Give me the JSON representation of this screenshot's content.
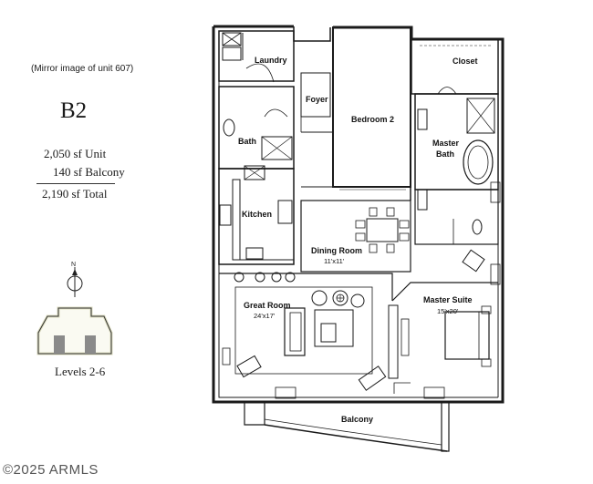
{
  "header": {
    "mirror_note": "(Mirror image of unit 607)",
    "unit_type": "B2"
  },
  "area": {
    "unit": "2,050 sf Unit",
    "balcony": "140 sf Balcony",
    "total": "2,190 sf Total"
  },
  "compass": {
    "north_label": "N"
  },
  "key_plan": {
    "levels": "Levels 2-6"
  },
  "rooms": {
    "laundry": "Laundry",
    "closet": "Closet",
    "foyer": "Foyer",
    "bedroom2": "Bedroom 2",
    "bath": "Bath",
    "master_bath_line1": "Master",
    "master_bath_line2": "Bath",
    "kitchen": "Kitchen",
    "dining": "Dining Room",
    "dining_dim": "11'x11'",
    "great_room": "Great Room",
    "great_room_dim": "24'x17'",
    "master_suite": "Master Suite",
    "master_suite_dim": "15'x20'",
    "balcony": "Balcony"
  },
  "watermark": "©2025 ARMLS",
  "colors": {
    "wall": "#1a1a1a",
    "line": "#333333",
    "key_gray": "#8a8a8a",
    "key_outline": "#dcdcc0"
  }
}
